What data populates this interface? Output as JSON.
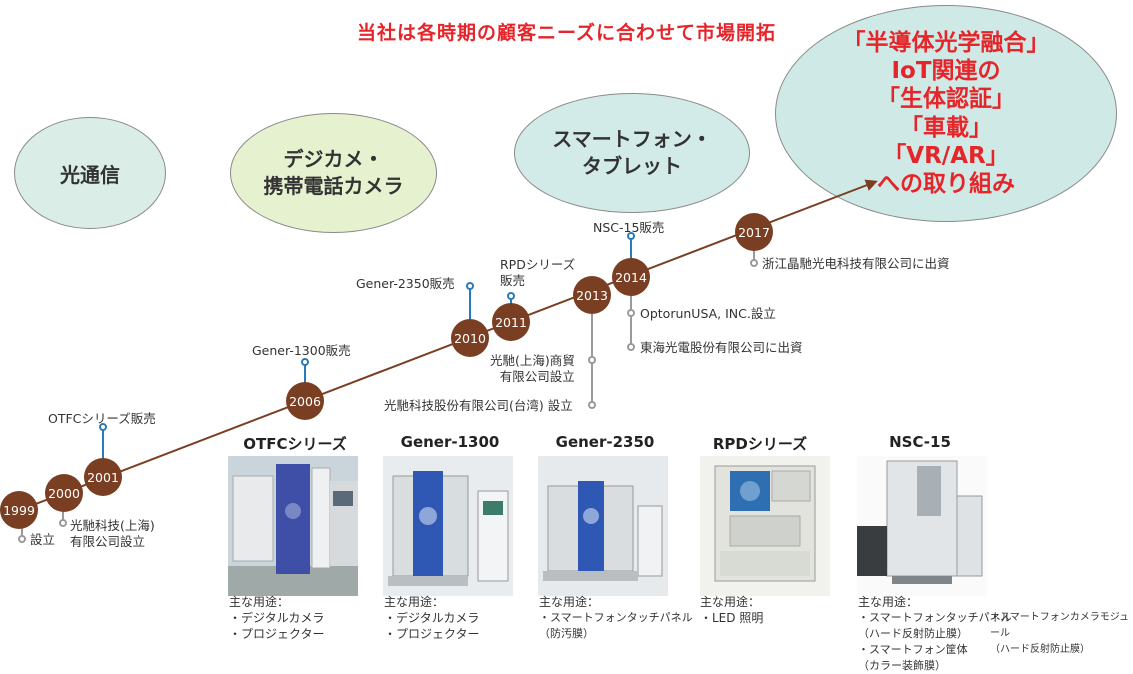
{
  "headline": "当社は各時期の顧客ニーズに合わせて市場開拓",
  "bubbles": {
    "optical": "光通信",
    "camera": "デジカメ・\n携帯電話カメラ",
    "smartphone": "スマートフォン・\nタブレット",
    "future": "「半導体光学融合」\nIoT関連の\n「生体認証」\n「車載」\n「VR/AR」\nへの取り組み"
  },
  "years": [
    "1999",
    "2000",
    "2001",
    "2006",
    "2010",
    "2011",
    "2013",
    "2014",
    "2017"
  ],
  "events": {
    "e1999": "設立",
    "e2000": "光馳科技(上海)\n有限公司設立",
    "e2001": "OTFCシリーズ販売",
    "e2006": "Gener-1300販売",
    "e2010": "Gener-2350販売",
    "e2011": "RPDシリーズ\n販売",
    "e2013a": "光馳(上海)商貿\n有限公司設立",
    "e2013b": "光馳科技股份有限公司(台湾) 設立",
    "e2014top": "NSC-15販売",
    "e2014a": "OptorunUSA, INC.設立",
    "e2014b": "東海光電股份有限公司に出資",
    "e2017": "浙江晶馳光电科技有限公司に出資"
  },
  "products": [
    {
      "name": "OTFCシリーズ",
      "uses_label": "主な用途：",
      "uses": "・デジタルカメラ\n・プロジェクター"
    },
    {
      "name": "Gener-1300",
      "uses_label": "主な用途：",
      "uses": "・デジタルカメラ\n・プロジェクター"
    },
    {
      "name": "Gener-2350",
      "uses_label": "主な用途：",
      "uses": "・スマートフォンタッチパネル\n（防汚膜）"
    },
    {
      "name": "RPDシリーズ",
      "uses_label": "主な用途：",
      "uses": "・LED 照明"
    },
    {
      "name": "NSC-15",
      "uses_label": "主な用途：",
      "uses": "・スマートフォンタッチパネル\n（ハード反射防止膜）\n・スマートフォン筐体\n（カラー装飾膜）",
      "uses2": "・スマートフォンカメラモジュール\n（ハード反射防止膜）"
    }
  ],
  "colors": {
    "accent_red": "#e5252a",
    "timeline_brown": "#7a3f22",
    "connector_blue": "#2a7ab8",
    "connector_gray": "#9a9a9a"
  }
}
